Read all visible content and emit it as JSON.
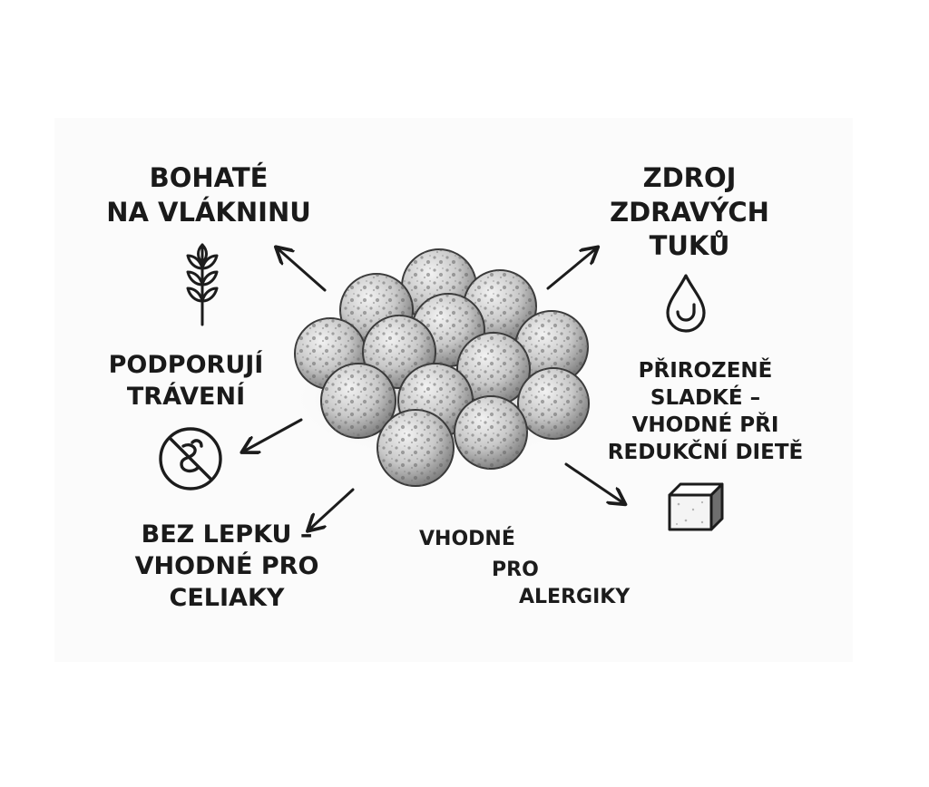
{
  "labels": {
    "fiber": "BOHATÉ\nNA VLÁKNINU",
    "fats": "ZDROJ\nZDRAVÝCH\nTUKŮ",
    "digestion": "PODPORUJÍ\nTRÁVENÍ",
    "sweet": "PŘIROZENĚ\nSLADKÉ –\nVHODNÉ PŘI\nREDUKČNÍ DIETĚ",
    "gluten": "BEZ LEPKU –\nVHODNÉ PRO\nCELIAKY",
    "allergy": [
      "VHODNÉ",
      "PRO",
      "ALERGIKY"
    ]
  },
  "icons": [
    "wheat-icon",
    "water-drop-icon",
    "no-bloating-icon",
    "sugar-cube-icon"
  ],
  "colors": {
    "ink": "#1c1c1c",
    "ball_fill": "#c9c9c9",
    "ball_shadow": "#8a8a8a",
    "background": "#ffffff"
  }
}
